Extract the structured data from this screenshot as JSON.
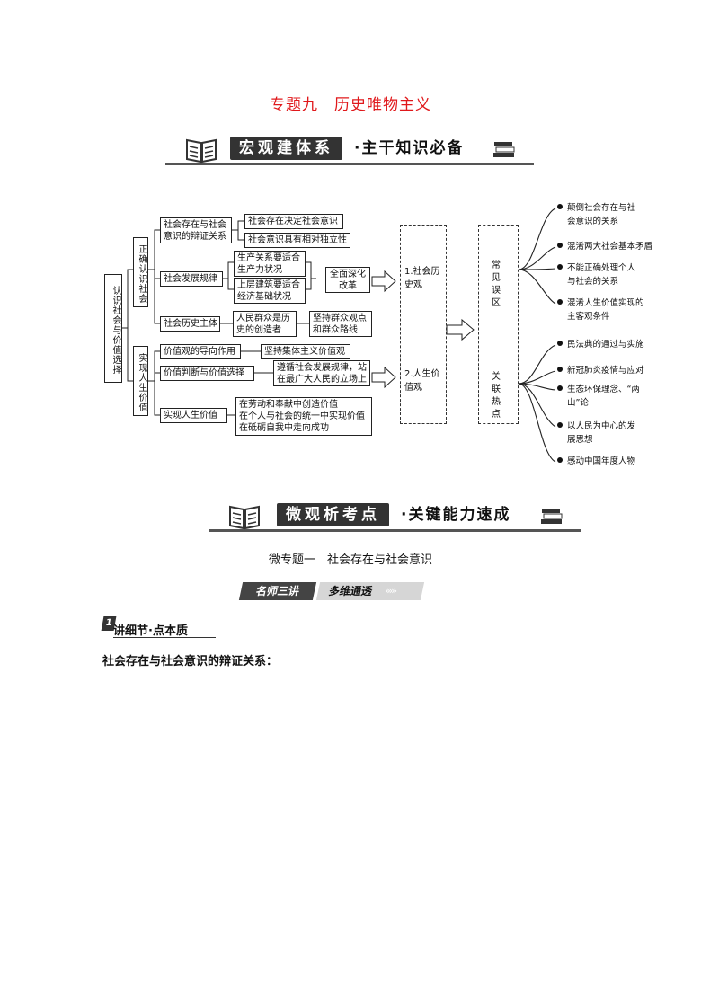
{
  "title": "专题九　历史唯物主义",
  "banner1": {
    "left": "宏观建体系",
    "right": "·主干知识必备"
  },
  "diagram": {
    "root": "认识社会与价值选择",
    "branch1": "正确认识社会",
    "branch2": "实现人生价值",
    "b1_items": [
      "社会存在与社会意识的辩证关系",
      "社会发展规律",
      "社会历史主体"
    ],
    "b1_sub1": [
      "社会存在决定社会意识",
      "社会意识具有相对独立性"
    ],
    "b1_sub2": [
      "生产关系要适合生产力状况",
      "上层建筑要适合经济基础状况"
    ],
    "b1_sub2_result": "全面深化改革",
    "b1_sub3": "人民群众是历史的创造者",
    "b1_sub3_result": "坚持群众观点和群众路线",
    "b2_items": [
      "价值观的导向作用",
      "价值判断与价值选择",
      "实现人生价值"
    ],
    "b2_sub1": "坚持集体主义价值观",
    "b2_sub2": "遵循社会发展规律，站在最广大人民的立场上",
    "b2_sub3": [
      "在劳动和奉献中创造价值",
      "在个人与社会的统一中实现价值",
      "在砥砺自我中走向成功"
    ],
    "view1": "1.社会历史观",
    "view2": "2.人生价值观",
    "col_top": "常见误区",
    "col_bottom": "关联热点",
    "errors": [
      [
        "颠倒社会存在与社",
        "会意识的关系"
      ],
      [
        "混淆两大社会基本矛盾"
      ],
      [
        "不能正确处理个人",
        "与社会的关系"
      ],
      [
        "混淆人生价值实现的",
        "主客观条件"
      ]
    ],
    "hotspots": [
      [
        "民法典的通过与实施"
      ],
      [
        "新冠肺炎疫情与应对"
      ],
      [
        "生态环保理念、“两",
        "山”论"
      ],
      [
        "以人民为中心的发",
        "展思想"
      ],
      [
        "感动中国年度人物"
      ]
    ]
  },
  "banner2": {
    "left": "微观析考点",
    "right": "·关键能力速成"
  },
  "subheading": "微专题一　社会存在与社会意识",
  "tag": {
    "dark": "名师三讲",
    "light": "多维通透"
  },
  "section": {
    "num": "1",
    "label": "讲细节·点本质"
  },
  "body": "社会存在与社会意识的辩证关系："
}
